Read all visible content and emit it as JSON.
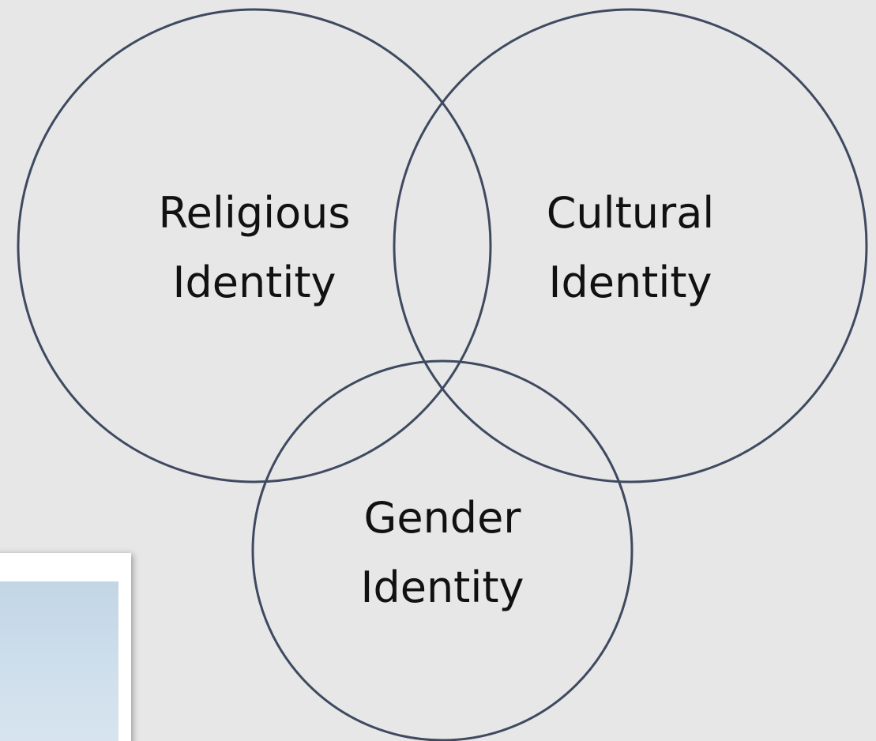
{
  "diagram": {
    "type": "venn",
    "stroke_color": "#3f4a60",
    "background_color": "#e7e7e7",
    "circles": [
      {
        "id": "religious",
        "line1": "Religious",
        "line2": "Identity"
      },
      {
        "id": "cultural",
        "line1": "Cultural",
        "line2": "Identity"
      },
      {
        "id": "gender",
        "line1": "Gender",
        "line2": "Identity"
      }
    ]
  }
}
